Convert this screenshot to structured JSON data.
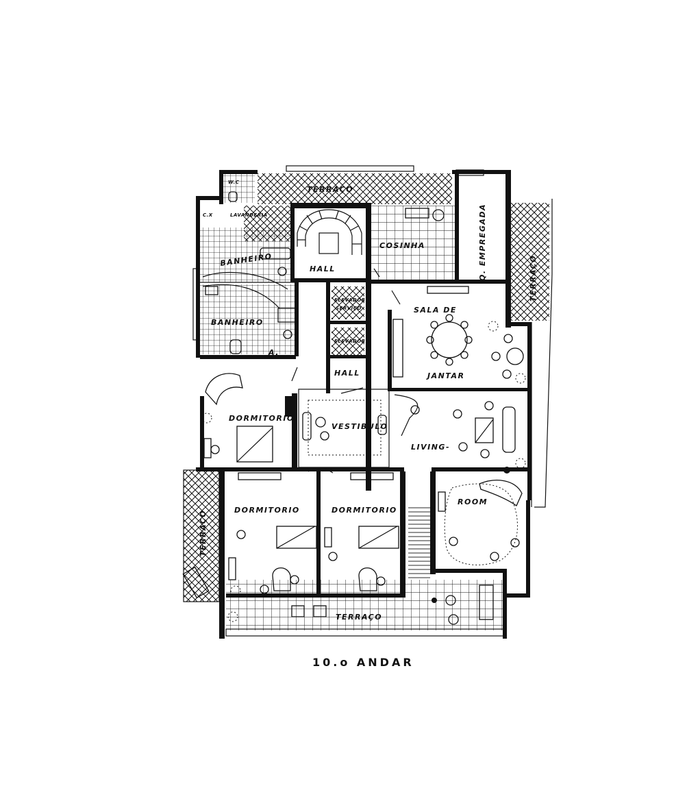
{
  "caption": "10.o ANDAR",
  "rooms": {
    "terraco_top": "TERRAÇO",
    "wc": "W.C",
    "cx": "C.X",
    "lavanderia": "LAVANDERIA",
    "banheiro_1": "BANHEIRO",
    "banheiro_2": "BANHEIRO",
    "hall_stair": "HALL",
    "cosinha": "COSINHA",
    "quarto_empregada": "Q. EMPREGADA",
    "terraco_right": "TERRAÇO",
    "elevador_servico_1": "ELEVADOR",
    "elevador_servico_2": "SERVIÇO",
    "elevador": "ELEVADOR",
    "hall_small": "HALL",
    "armario": "A.",
    "sala_de_jantar_1": "SALA   DE",
    "sala_de_jantar_2": "JANTAR",
    "dormitorio_1": "DORMITORIO",
    "vestibulo": "VESTIBULO",
    "living": "LIVING-",
    "room": "ROOM",
    "dormitorio_2": "DORMITORIO",
    "dormitorio_3": "DORMITORIO",
    "terraco_left": "TERRAÇO",
    "terraco_bottom": "TERRAÇO"
  }
}
